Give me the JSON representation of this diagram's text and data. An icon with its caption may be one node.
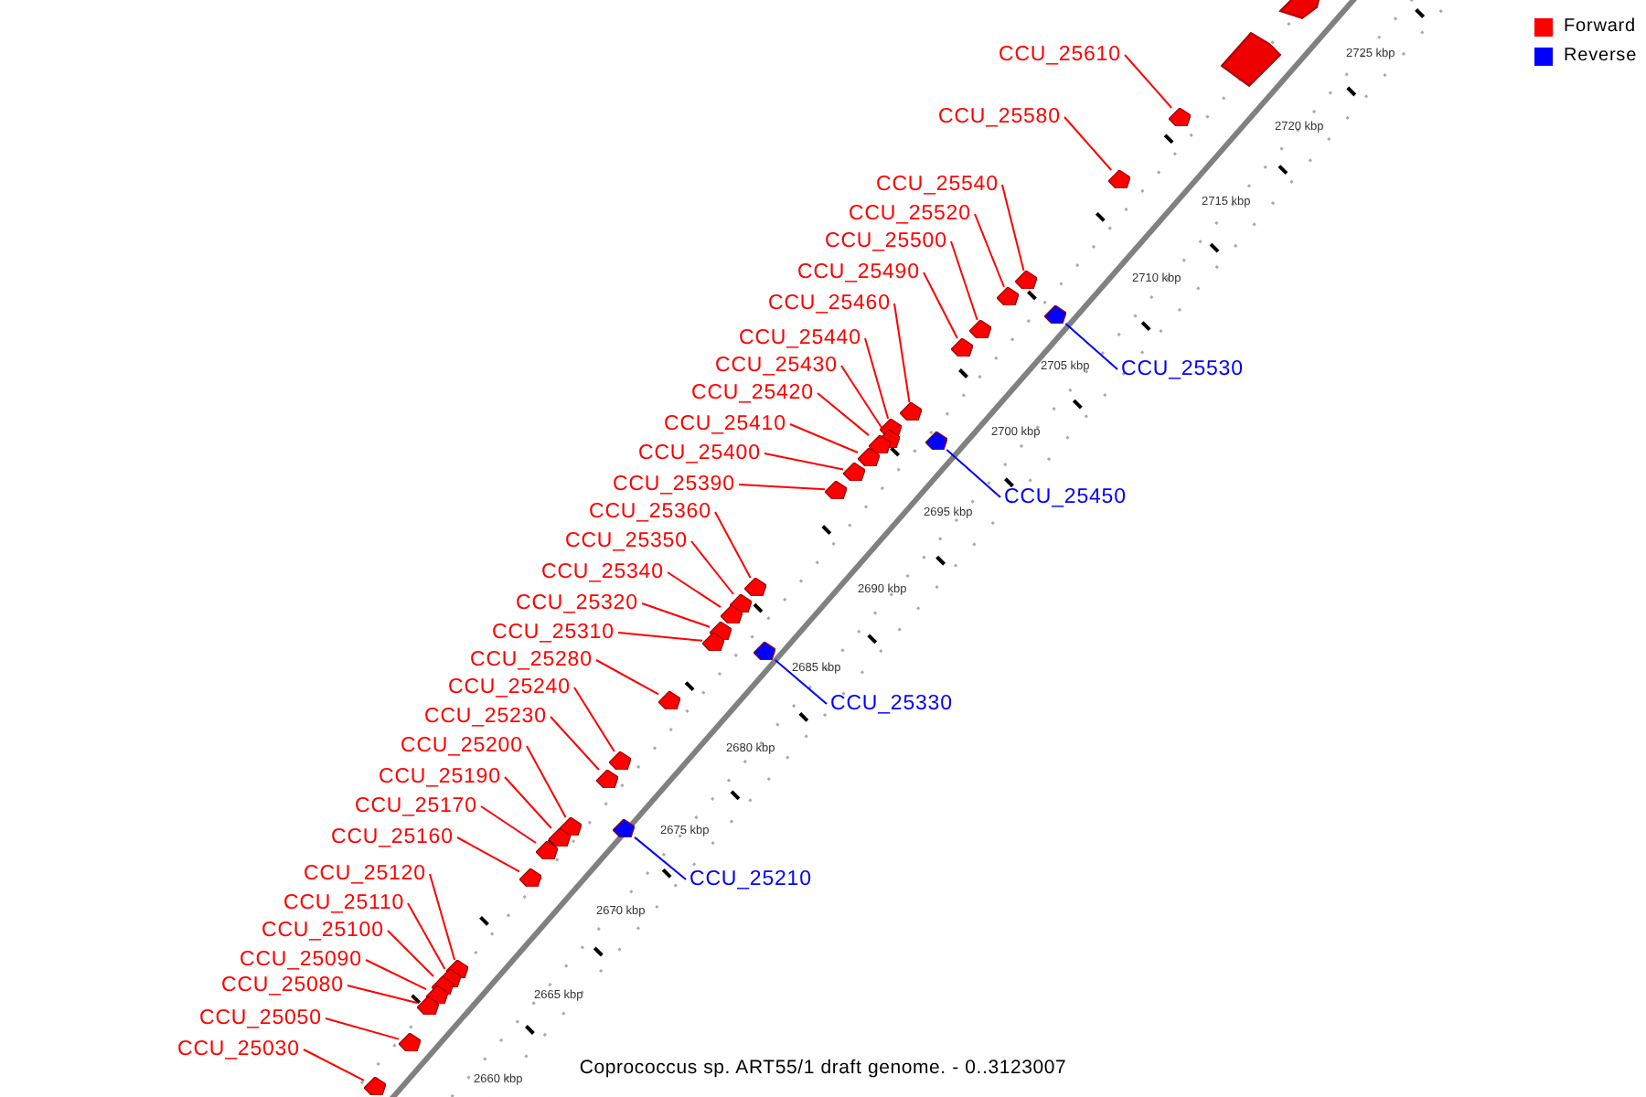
{
  "diagram": {
    "caption": "Coprococcus sp. ART55/1 draft genome. - 0..3123007",
    "nodes": [
      {
        "text": [
          "CCU_25610"
        ]
      },
      {
        "text": [],
        "shape": "arrow"
      },
      {
        "text": [
          "CCU_25580"
        ]
      },
      {
        "text": [],
        "shape": "arrow"
      },
      {
        "text": [
          "CCU_25540"
        ]
      },
      {
        "text": [],
        "shape": "arrow"
      },
      {
        "text": [
          "CCU_25520"
        ]
      },
      {
        "text": [],
        "shape": "arrow"
      },
      {
        "text": [
          "CCU_25500"
        ]
      },
      {
        "text": [],
        "shape": "arrow"
      },
      {
        "text": [
          "CCU_25490"
        ]
      },
      {
        "text": [],
        "shape": "arrow"
      },
      {
        "text": [
          "CCU_25460"
        ]
      },
      {
        "text": [],
        "shape": "arrow"
      },
      {
        "text": [
          "CCU_25440"
        ]
      },
      {
        "text": [],
        "shape": "arrow"
      },
      {
        "text": [
          "CCU_25430"
        ]
      },
      {
        "text": [],
        "shape": "arrow"
      },
      {
        "text": [
          "CCU_25530"
        ]
      },
      {
        "text": [],
        "shape": "arrow"
      },
      {
        "text": [
          "CCU_25420"
        ]
      },
      {
        "text": [],
        "shape": "arrow"
      },
      {
        "text": [
          "CCU_25410"
        ]
      },
      {
        "text": [],
        "shape": "arrow"
      },
      {
        "text": [
          "CCU_25400"
        ]
      },
      {
        "text": [],
        "shape": "arrow"
      },
      {
        "text": [
          "CCU_25390"
        ]
      },
      {
        "text": [],
        "shape": "arrow"
      },
      {
        "text": [
          "CCU_25450"
        ]
      },
      {
        "text": [],
        "shape": "arrow"
      },
      {
        "text": [
          "CCU_25360"
        ]
      },
      {
        "text": [],
        "shape": "arrow"
      },
      {
        "text": [
          "CCU_25350"
        ]
      },
      {
        "text": [],
        "shape": "arrow"
      },
      {
        "text": [
          "CCU_25340"
        ]
      },
      {
        "text": [],
        "shape": "arrow"
      },
      {
        "text": [
          "CCU_25320"
        ]
      },
      {
        "text": [],
        "shape": "arrow"
      },
      {
        "text": [
          "CCU_25310"
        ]
      },
      {
        "text": [],
        "shape": "arrow"
      },
      {
        "text": [
          "CCU_25280"
        ]
      },
      {
        "text": [],
        "shape": "arrow"
      },
      {
        "text": [
          "CCU_25330"
        ]
      },
      {
        "text": [],
        "shape": "arrow"
      },
      {
        "text": [
          "CCU_25240"
        ]
      },
      {
        "text": [],
        "shape": "arrow"
      },
      {
        "text": [
          "CCU_25230"
        ]
      },
      {
        "text": [],
        "shape": "arrow"
      },
      {
        "text": [
          "CCU_25200"
        ]
      },
      {
        "text": [],
        "shape": "arrow"
      },
      {
        "text": [
          "CCU_25190"
        ]
      },
      {
        "text": [],
        "shape": "arrow"
      },
      {
        "text": [
          "CCU_25170"
        ]
      },
      {
        "text": [],
        "shape": "arrow"
      },
      {
        "text": [
          "CCU_25160"
        ]
      },
      {
        "text": [],
        "shape": "arrow"
      },
      {
        "text": [
          "CCU_25210"
        ]
      },
      {
        "text": [],
        "shape": "arrow"
      },
      {
        "text": [
          "CCU_25120"
        ]
      },
      {
        "text": [],
        "shape": "arrow"
      },
      {
        "text": [
          "CCU_25110"
        ]
      },
      {
        "text": [],
        "shape": "arrow"
      },
      {
        "text": [
          "CCU_25100"
        ]
      },
      {
        "text": [],
        "shape": "arrow"
      },
      {
        "text": [
          "CCU_25090"
        ]
      },
      {
        "text": [],
        "shape": "arrow"
      },
      {
        "text": [
          "CCU_25080"
        ]
      },
      {
        "text": [],
        "shape": "arrow"
      },
      {
        "text": [
          "CCU_25050"
        ]
      },
      {
        "text": [],
        "shape": "arrow"
      },
      {
        "text": [
          "CCU_25030"
        ]
      },
      {
        "text": [],
        "shape": "arrow"
      }
    ],
    "edges": [
      {
        "from": 0,
        "to": 1,
        "arrow": "none"
      },
      {
        "from": 2,
        "to": 3,
        "arrow": "none"
      },
      {
        "from": 4,
        "to": 5,
        "arrow": "none"
      },
      {
        "from": 6,
        "to": 7,
        "arrow": "none"
      },
      {
        "from": 8,
        "to": 9,
        "arrow": "none"
      },
      {
        "from": 10,
        "to": 11,
        "arrow": "none"
      },
      {
        "from": 12,
        "to": 13,
        "arrow": "none"
      },
      {
        "from": 14,
        "to": 15,
        "arrow": "none"
      },
      {
        "from": 16,
        "to": 17,
        "arrow": "none"
      },
      {
        "from": 18,
        "to": 19,
        "arrow": "none",
        "color": "#0000ff"
      },
      {
        "from": 20,
        "to": 21,
        "arrow": "none"
      },
      {
        "from": 22,
        "to": 23,
        "arrow": "none"
      },
      {
        "from": 24,
        "to": 25,
        "arrow": "none"
      },
      {
        "from": 26,
        "to": 27,
        "arrow": "none"
      },
      {
        "from": 28,
        "to": 29,
        "arrow": "none",
        "color": "#0000ff"
      },
      {
        "from": 30,
        "to": 31,
        "arrow": "none"
      },
      {
        "from": 32,
        "to": 33,
        "arrow": "none"
      },
      {
        "from": 34,
        "to": 35,
        "arrow": "none"
      },
      {
        "from": 36,
        "to": 37,
        "arrow": "none"
      },
      {
        "from": 38,
        "to": 39,
        "arrow": "none"
      },
      {
        "from": 40,
        "to": 41,
        "arrow": "none"
      },
      {
        "from": 42,
        "to": 43,
        "arrow": "none",
        "color": "#0000ff"
      },
      {
        "from": 44,
        "to": 45,
        "arrow": "none"
      },
      {
        "from": 46,
        "to": 47,
        "arrow": "none"
      },
      {
        "from": 48,
        "to": 49,
        "arrow": "none"
      },
      {
        "from": 50,
        "to": 51,
        "arrow": "none"
      },
      {
        "from": 52,
        "to": 53,
        "arrow": "none"
      },
      {
        "from": 54,
        "to": 55,
        "arrow": "none"
      },
      {
        "from": 56,
        "to": 57,
        "arrow": "none",
        "color": "#0000ff"
      },
      {
        "from": 58,
        "to": 59,
        "arrow": "none"
      },
      {
        "from": 60,
        "to": 61,
        "arrow": "none"
      },
      {
        "from": 62,
        "to": 63,
        "arrow": "none"
      },
      {
        "from": 64,
        "to": 65,
        "arrow": "none"
      },
      {
        "from": 66,
        "to": 67,
        "arrow": "none"
      },
      {
        "from": 68,
        "to": 69,
        "arrow": "none"
      },
      {
        "from": 70,
        "to": 71,
        "arrow": "none"
      }
    ],
    "labels": [
      "2725 kbp",
      "2720 kbp",
      "2715 kbp",
      "2710 kbp",
      "2705 kbp",
      "2700 kbp",
      "2695 kbp",
      "2690 kbp",
      "2685 kbp",
      "2680 kbp",
      "2675 kbp",
      "2670 kbp",
      "2665 kbp",
      "2660 kbp"
    ],
    "legend": [
      {
        "text": "Forward",
        "color": "#ff0000"
      },
      {
        "text": "Reverse",
        "color": "#0000ff"
      }
    ]
  }
}
